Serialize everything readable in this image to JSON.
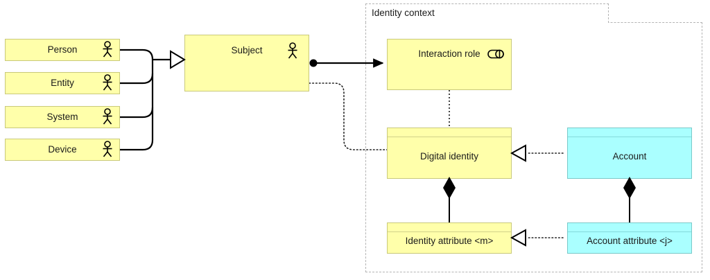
{
  "diagram": {
    "title": "Identity context",
    "colors": {
      "yellow_fill": "#ffffaa",
      "yellow_stroke": "#c9c97a",
      "cyan_fill": "#aaffff",
      "cyan_stroke": "#7ac9c9",
      "line": "#000000",
      "frame_dash": "#b3b3b3",
      "text": "#1a1a1a"
    }
  },
  "context": {
    "label": "Identity context"
  },
  "nodes": {
    "person": {
      "label": "Person",
      "icon": "actor-icon"
    },
    "entity": {
      "label": "Entity",
      "icon": "actor-icon"
    },
    "system": {
      "label": "System",
      "icon": "actor-icon"
    },
    "device": {
      "label": "Device",
      "icon": "actor-icon"
    },
    "subject": {
      "label": "Subject",
      "icon": "actor-icon"
    },
    "interaction_role": {
      "label": "Interaction role",
      "icon": "role-icon"
    },
    "digital_identity": {
      "label": "Digital identity"
    },
    "account": {
      "label": "Account"
    },
    "identity_attribute": {
      "label": "Identity attribute <m>"
    },
    "account_attribute": {
      "label": "Account attribute <j>"
    }
  },
  "relations": [
    {
      "name": "person-generalizes-subject",
      "from": "person",
      "to": "subject",
      "style": "solid",
      "end": "hollow-triangle"
    },
    {
      "name": "entity-generalizes-subject",
      "from": "entity",
      "to": "subject",
      "style": "solid",
      "end": "hollow-triangle"
    },
    {
      "name": "system-generalizes-subject",
      "from": "system",
      "to": "subject",
      "style": "solid",
      "end": "hollow-triangle"
    },
    {
      "name": "device-generalizes-subject",
      "from": "device",
      "to": "subject",
      "style": "solid",
      "end": "hollow-triangle"
    },
    {
      "name": "subject-plays-interaction-role",
      "from": "subject",
      "to": "interaction_role",
      "style": "solid",
      "start": "filled-circle",
      "end": "filled-arrow"
    },
    {
      "name": "subject-has-digital-identity",
      "from": "subject",
      "to": "digital_identity",
      "style": "dotted"
    },
    {
      "name": "interaction-role-digital-identity",
      "from": "interaction_role",
      "to": "digital_identity",
      "style": "dotted"
    },
    {
      "name": "account-realizes-digital-identity",
      "from": "account",
      "to": "digital_identity",
      "style": "dotted",
      "end": "hollow-triangle"
    },
    {
      "name": "digital-identity-composes-identity-attribute",
      "from": "digital_identity",
      "to": "identity_attribute",
      "style": "solid",
      "start": "filled-diamond"
    },
    {
      "name": "account-composes-account-attribute",
      "from": "account",
      "to": "account_attribute",
      "style": "solid",
      "start": "filled-diamond"
    },
    {
      "name": "account-attribute-realizes-identity-attribute",
      "from": "account_attribute",
      "to": "identity_attribute",
      "style": "dotted",
      "end": "hollow-triangle"
    }
  ]
}
